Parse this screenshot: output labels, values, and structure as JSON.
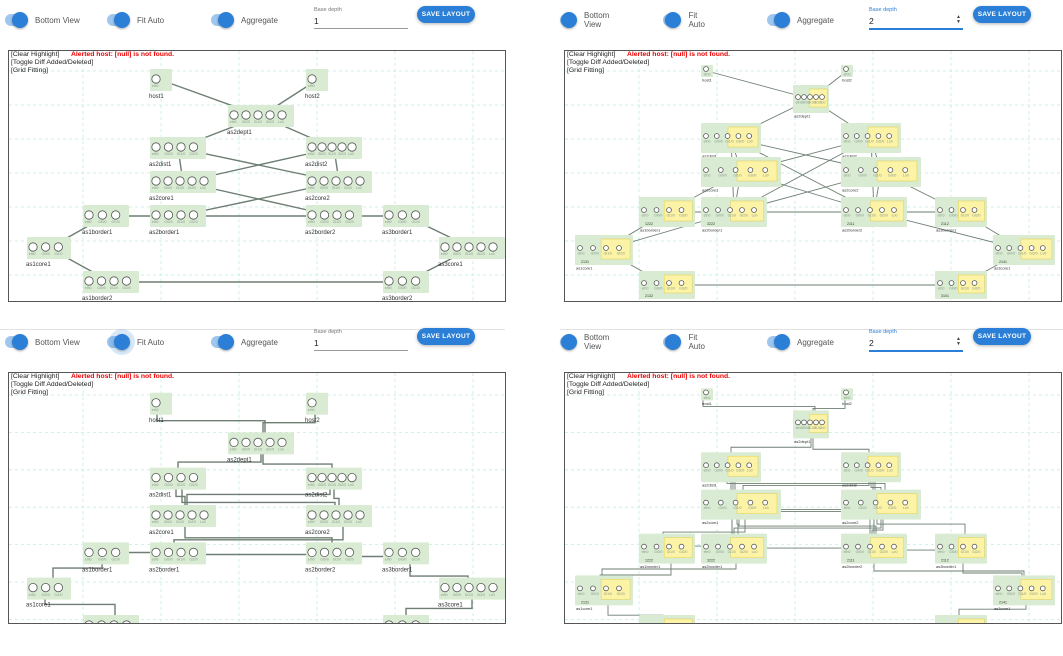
{
  "toolbar": {
    "bottom_view": "Bottom View",
    "fit_auto": "Fit Auto",
    "aggregate": "Aggregate",
    "base_depth_label": "Base depth",
    "save_layout": "SAVE LAYOUT"
  },
  "panels": [
    {
      "depth": "1"
    },
    {
      "depth": "2"
    },
    {
      "depth": "1"
    },
    {
      "depth": "2"
    }
  ],
  "canvas_menu": {
    "clear_highlight": "[Clear Highlight]",
    "toggle_diff": "[Toggle Diff Added/Deleted]",
    "grid_fitting": "[Grid Fitting]",
    "alert": "Alerted host: [null] is not found."
  },
  "topology_nodes": [
    "host1",
    "host2",
    "as2dept1",
    "as2dist1",
    "as2dist2",
    "as2core1",
    "as2core2",
    "as1border1",
    "as2border1",
    "as2border2",
    "as3border1",
    "as1core1",
    "as3core1",
    "as1border2",
    "as3border2"
  ],
  "port_labels": [
    "eth0",
    "Gi0/0",
    "Gi1/0",
    "Gi2/0",
    "Lo0"
  ],
  "depth2_labels": {
    "node_ids": [
      "2111",
      "2112",
      "2131",
      "2141",
      "2132",
      "3101",
      "1101",
      "1222",
      "3222"
    ],
    "node_names": [
      "host1",
      "host2",
      "as2dept1",
      "as2dist1",
      "as2dist2",
      "as2core1",
      "as2core2",
      "as1border1",
      "as2border1",
      "as2border2",
      "as3border1",
      "as1core1",
      "as3core1",
      "as1border2",
      "as3border2"
    ]
  },
  "colors": {
    "accent": "#2b7fd6",
    "node_box": "#d9ecd3",
    "port_box": "#fcf3a6",
    "edge": "#6e7e72",
    "grid": "#bfeee3",
    "alert": "#e00000"
  }
}
